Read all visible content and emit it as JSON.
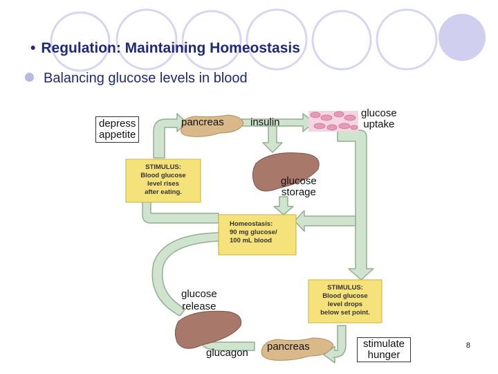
{
  "slide": {
    "title": "Regulation: Maintaining Homeostasis",
    "title_bullet": "•",
    "subtitle": "Balancing glucose levels in blood",
    "page_number": "8"
  },
  "diagram": {
    "depress_appetite": "depress\nappetite",
    "pancreas_top": "pancreas",
    "insulin": "insulin",
    "glucose_uptake": "glucose\nuptake",
    "glucose_storage": "glucose\nstorage",
    "stimulus_high": "STIMULUS:\nBlood glucose\nlevel rises\nafter eating.",
    "homeostasis": "Homeostasis:\n90 mg glucose/\n100 mL blood",
    "glucose_release": "glucose\nrelease",
    "stimulus_low": "STIMULUS:\nBlood glucose\nlevel drops\nbelow set point.",
    "glucagon": "glucagon",
    "pancreas_bottom": "pancreas",
    "stimulate_hunger": "stimulate\nhunger"
  },
  "colors": {
    "title": "#1e2a78",
    "circle_stroke": "#d7d6f1",
    "arrow_fill": "#cfe3cf",
    "arrow_stroke": "#8fb08f",
    "stimulus_box": "#f6e27a",
    "pancreas": "#d9b98a",
    "liver": "#a8786a"
  }
}
